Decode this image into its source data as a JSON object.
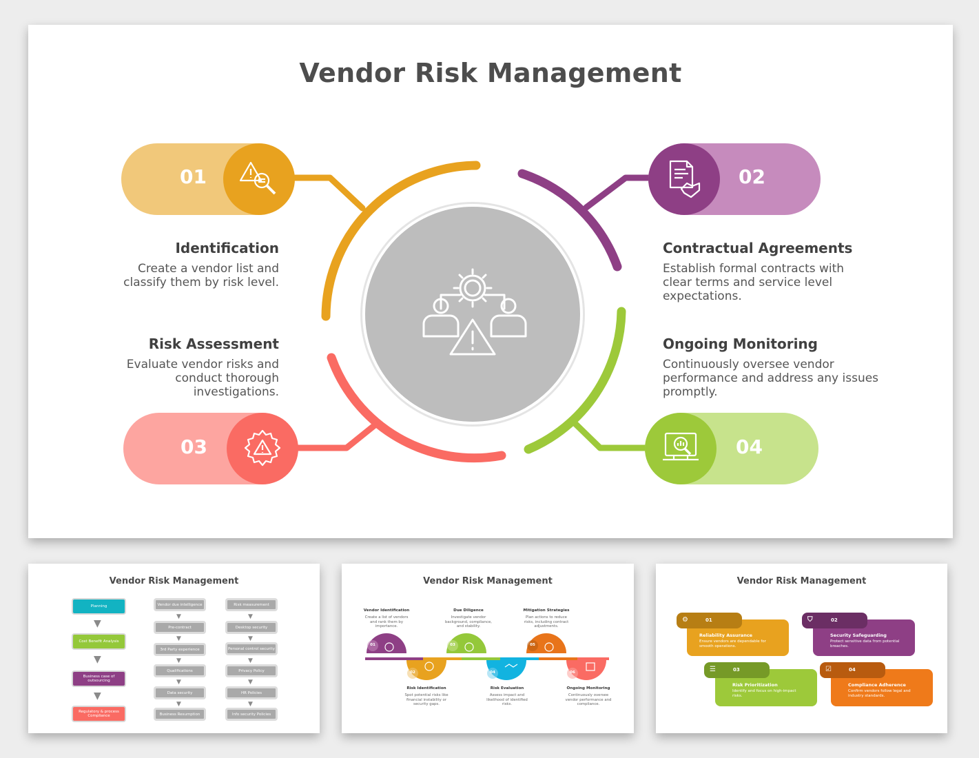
{
  "main": {
    "title": "Vendor Risk Management",
    "steps": [
      {
        "num": "01",
        "heading": "Identification",
        "desc_lines": [
          "Create a vendor list and",
          "classify them by risk level."
        ],
        "icon": "risk-search-icon",
        "color": "#e8a21f",
        "light": "#f1c87a"
      },
      {
        "num": "02",
        "heading": "Contractual Agreements",
        "desc_lines": [
          "Establish formal contracts with",
          "clear terms and service level",
          "expectations."
        ],
        "icon": "contract-handshake-icon",
        "color": "#8e3f85",
        "light": "#c68bbd"
      },
      {
        "num": "03",
        "heading": "Risk Assessment",
        "desc_lines": [
          "Evaluate vendor risks and",
          "conduct thorough",
          "investigations."
        ],
        "icon": "gear-warning-icon",
        "color": "#fa6b63",
        "light": "#fda5a0"
      },
      {
        "num": "04",
        "heading": "Ongoing Monitoring",
        "desc_lines": [
          "Continuously oversee vendor",
          "performance and address any issues",
          "promptly."
        ],
        "icon": "monitor-analysis-icon",
        "color": "#9dc93a",
        "light": "#c7e38c"
      }
    ],
    "center_icon": "vendor-risk-icon"
  },
  "thumb1": {
    "title": "Vendor Risk Management",
    "col1": [
      {
        "label": "Planning",
        "color": "#12b3c2"
      },
      {
        "label": "Cost Benefit Analysis",
        "color": "#94c83a"
      },
      {
        "label": "Business case of outsourcing",
        "color": "#8e3f85"
      },
      {
        "label": "Regulatory & process Compliance",
        "color": "#fa6b63"
      }
    ],
    "col2": [
      "Vendor due intelligence",
      "Pre-contract",
      "3rd Party experience",
      "Qualifications",
      "Data security",
      "Business Resumption"
    ],
    "col3": [
      "Risk measurement",
      "Desktop security",
      "Personal control security",
      "Privacy Policy",
      "HR Policies",
      "Info security Policies"
    ]
  },
  "thumb2": {
    "title": "Vendor Risk Management",
    "top": [
      {
        "heading": "Vendor Identification",
        "text": "Create a list of vendors and rank them by importance."
      },
      {
        "heading": "Due Diligence",
        "text": "Investigate vendor background, compliance, and stability."
      },
      {
        "heading": "Mitigation Strategies",
        "text": "Plan actions to reduce risks, including contract adjustments."
      }
    ],
    "bottom": [
      {
        "heading": "Risk Identification",
        "text": "Spot potential risks like financial instability or security gaps."
      },
      {
        "heading": "Risk Evaluation",
        "text": "Assess impact and likelihood of identified risks."
      },
      {
        "heading": "Ongoing Monitoring",
        "text": "Continuously oversee vendor performance and compliance."
      }
    ],
    "nums": [
      "01",
      "02",
      "03",
      "04",
      "05",
      "06"
    ],
    "colors": [
      "#8e3f85",
      "#e8a21f",
      "#94c83a",
      "#12b3e0",
      "#e8741a",
      "#fa6b63"
    ]
  },
  "thumb3": {
    "title": "Vendor Risk Management",
    "cards": [
      {
        "num": "01",
        "heading": "Reliability  Assurance",
        "text": "Ensure vendors are dependable for smooth operations.",
        "color": "#e8a21f",
        "dark": "#b77e14"
      },
      {
        "num": "02",
        "heading": "Security  Safeguarding",
        "text": "Protect sensitive data from potential breaches.",
        "color": "#8e3f85",
        "dark": "#6b2e64"
      },
      {
        "num": "03",
        "heading": "Risk Prioritization",
        "text": "Identify and focus on high-impact risks.",
        "color": "#9dc93a",
        "dark": "#769a27"
      },
      {
        "num": "04",
        "heading": "Compliance  Adherence",
        "text": "Confirm vendors follow legal and industry standards.",
        "color": "#ef7a1a",
        "dark": "#b85b0f"
      }
    ]
  }
}
